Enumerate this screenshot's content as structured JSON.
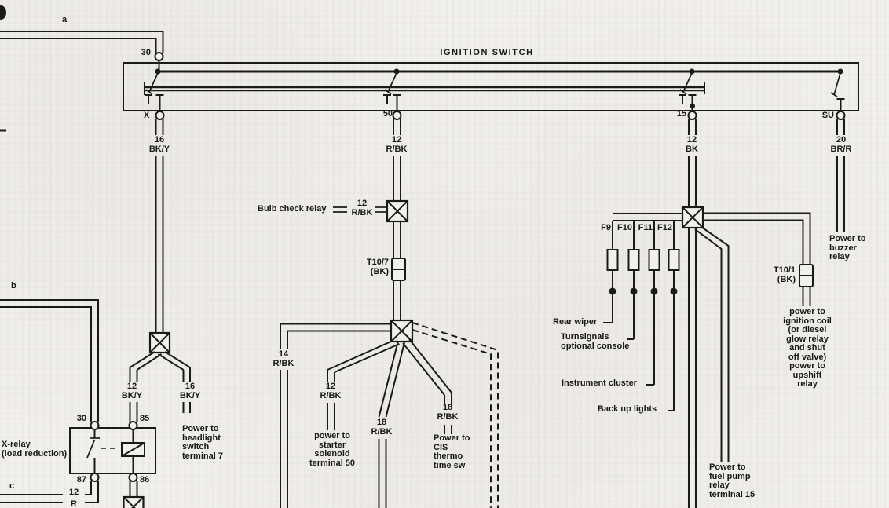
{
  "colors": {
    "ink": "#1a1a1a",
    "paper": "#f2f0ec"
  },
  "ignition_switch": {
    "title": "IGNITION SWITCH",
    "terminal_30": "30",
    "terminal_x": "X",
    "terminal_50": "50",
    "terminal_15": "15",
    "terminal_su": "SU"
  },
  "entry_markers": {
    "a": "a",
    "b": "b",
    "c": "c"
  },
  "wires": {
    "x_feed": "16\nBK/Y",
    "run_feed": "12\nR/BK",
    "acc_feed": "12\nBK",
    "su_feed": "20\nBR/R",
    "branch_14": "14\nR/BK",
    "branch_starter": "12\nR/BK",
    "branch_18_down": "18\nR/BK",
    "branch_cis": "18\nR/BK",
    "relay_coil_feed": "12\nBK/Y",
    "headlight_feed": "16\nBK/Y",
    "c_wire_gauge": "12",
    "c_wire_color": "R"
  },
  "bulb_check_relay": {
    "label": "Bulb check relay",
    "wire": "12\nR/BK"
  },
  "connectors": {
    "t10_7": "T10/7\n(BK)",
    "t10_1": "T10/1\n(BK)"
  },
  "fuses": {
    "f9": "F9",
    "f10": "F10",
    "f11": "F11",
    "f12": "F12"
  },
  "x_relay": {
    "label": "X-relay\n(load reduction)",
    "terminal_30": "30",
    "terminal_85": "85",
    "terminal_87": "87",
    "terminal_86": "86"
  },
  "destinations": {
    "headlight": "Power to\nheadlight\nswitch\nterminal 7",
    "starter": "power to\nstarter\nsolenoid\nterminal 50",
    "cis": "Power to\nCIS\nthermo\ntime sw",
    "rear_wiper": "Rear wiper",
    "turnsignals": "Turnsignals\noptional console",
    "instrument_cluster": "Instrument cluster",
    "backup_lights": "Back up lights",
    "fuel_pump": "Power to\nfuel pump\nrelay\nterminal 15",
    "buzzer": "Power to\nbuzzer\nrelay",
    "ignition_coil": "power to\nignition coil\n(or diesel\nglow relay\nand shut\noff valve)\npower to\nupshift\nrelay"
  }
}
